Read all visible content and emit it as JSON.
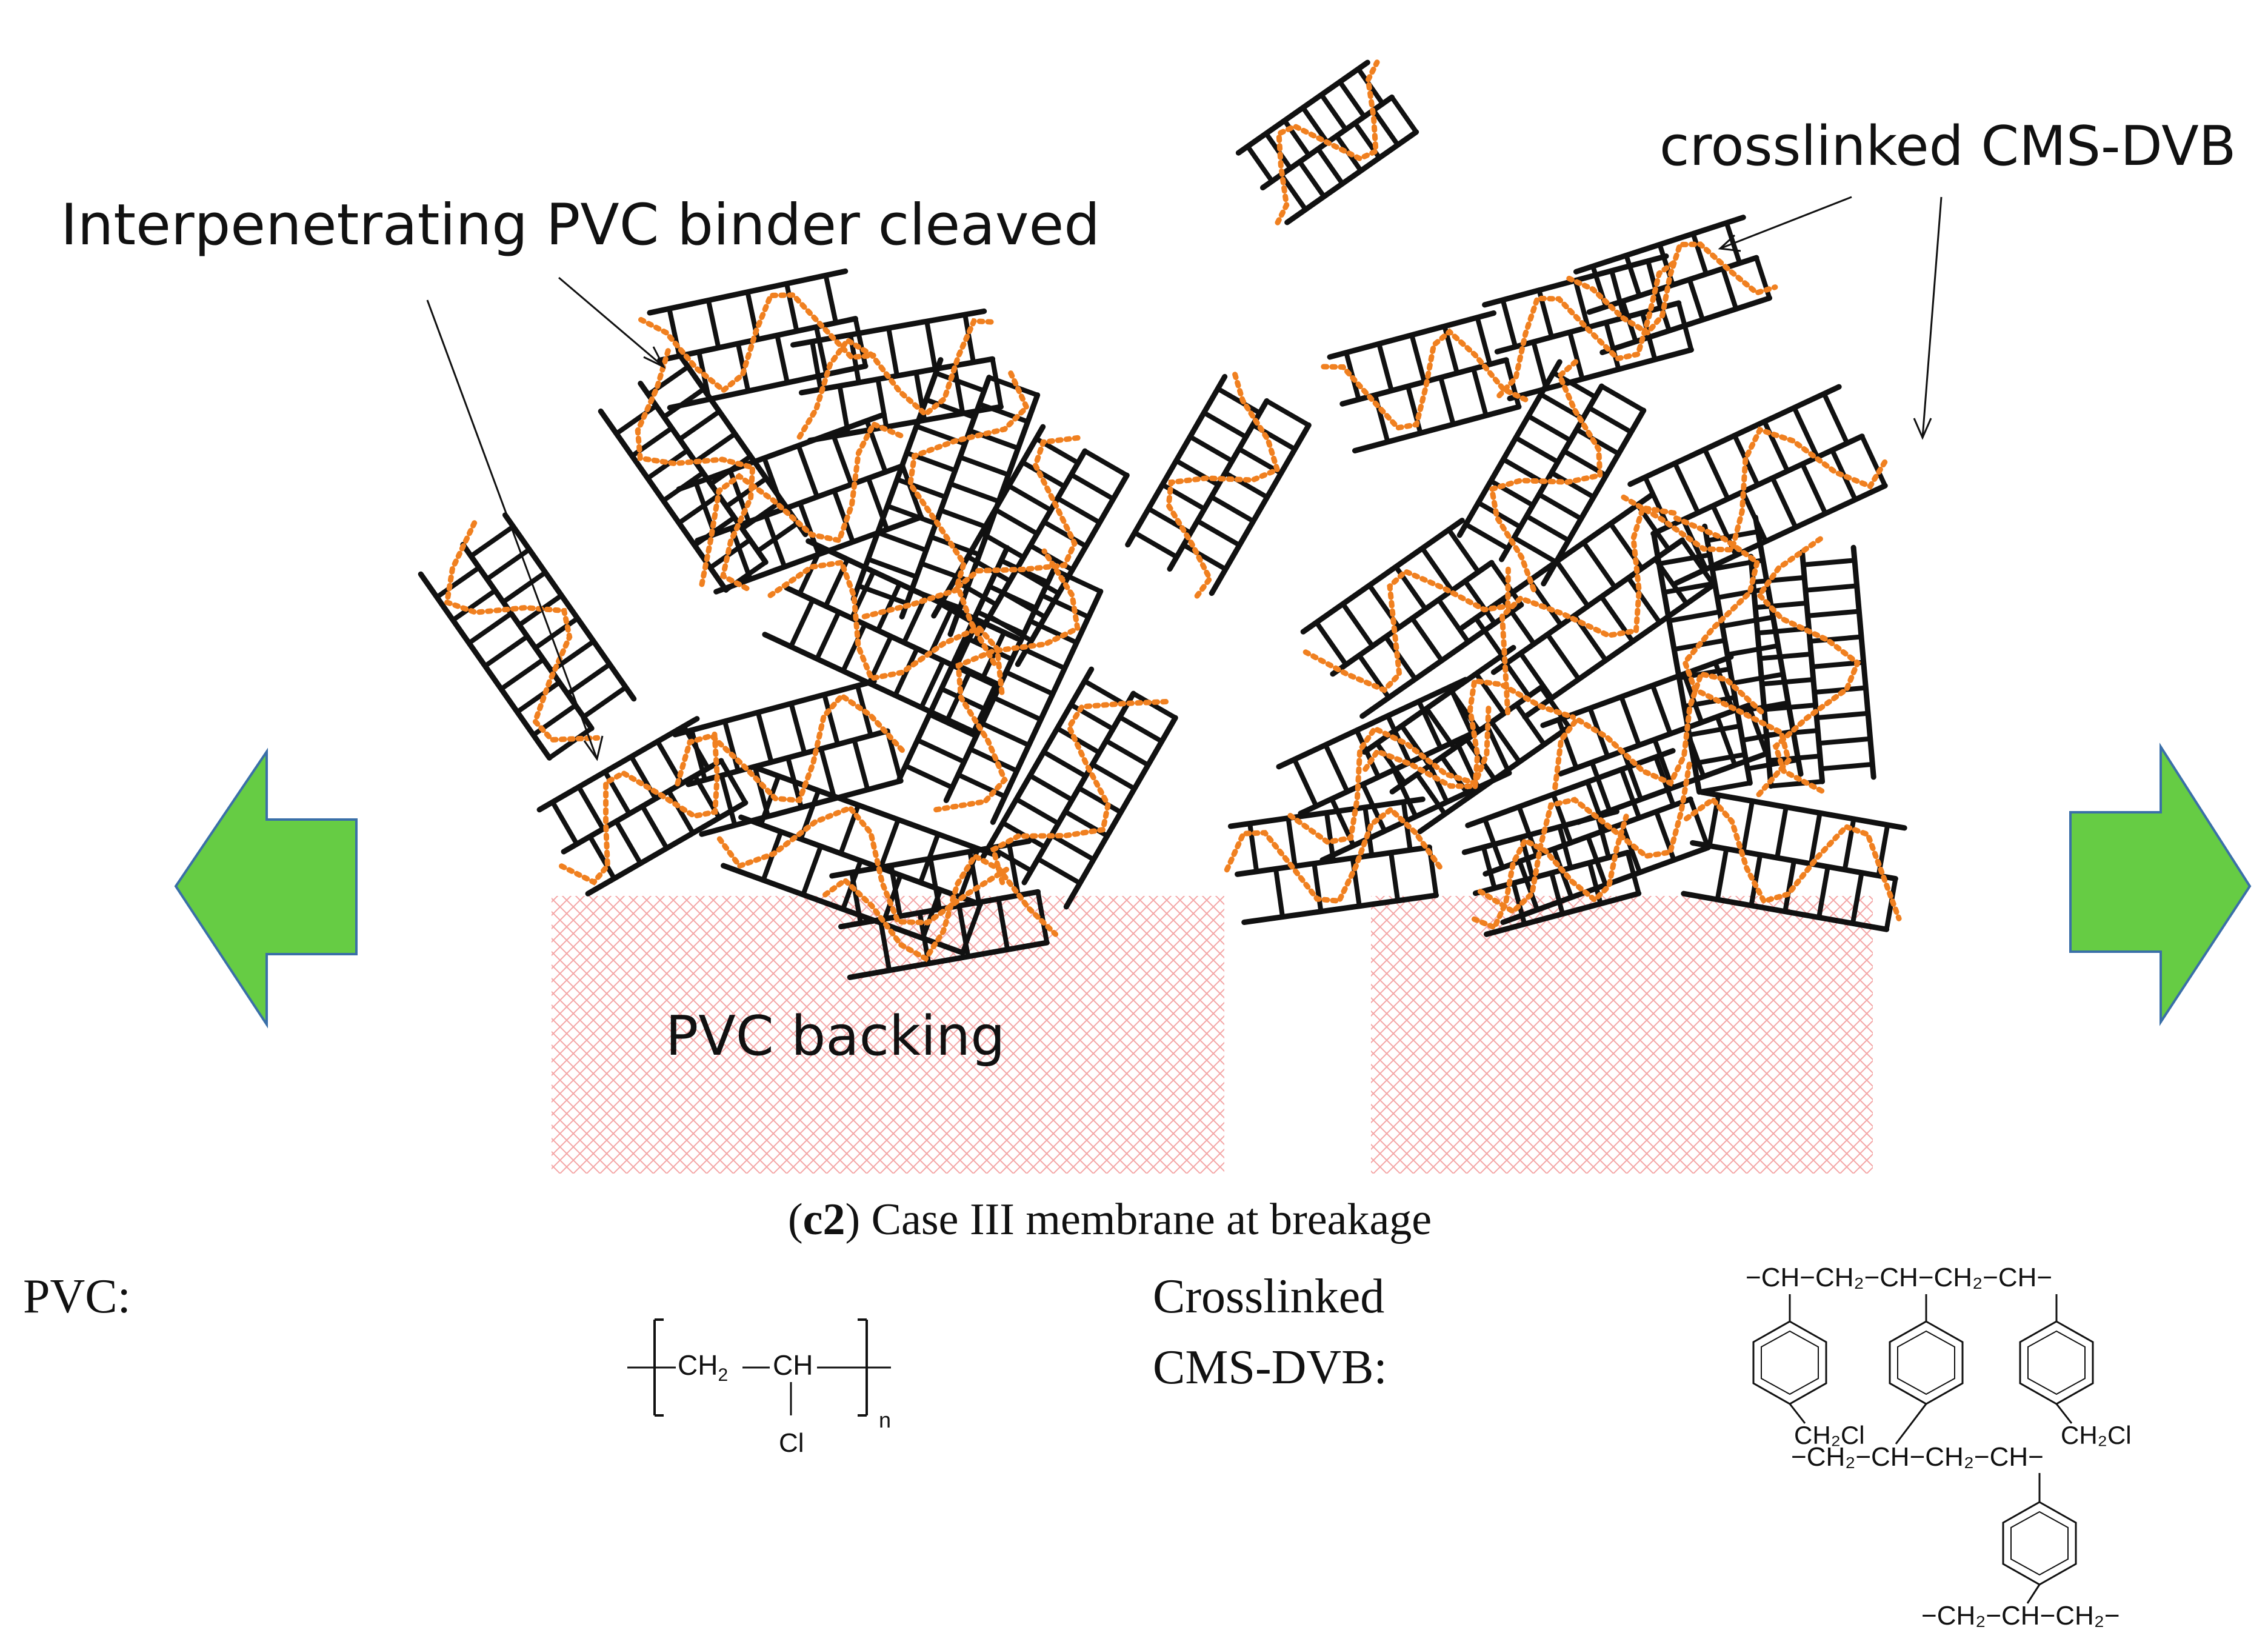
{
  "labels": {
    "binder_cleaved": "Interpenetrating PVC binder cleaved",
    "crosslinked": "crosslinked CMS-DVB",
    "backing": "PVC backing"
  },
  "caption": {
    "open": "(",
    "bold": "c2",
    "rest": ") Case III membrane at breakage"
  },
  "legend": {
    "pvc_label": "PVC:",
    "cms_label_line1": "Crosslinked",
    "cms_label_line2": "CMS-DVB:"
  },
  "pvc_formula": {
    "ch2": "CH",
    "ch2_sub": "2",
    "dash": "−",
    "ch": "CH",
    "cl": "Cl",
    "n": "n"
  },
  "cms_formula": {
    "row1": "−CH−CH₂−CH−CH₂−CH−",
    "ch2cl_left": "CH₂Cl",
    "ch2cl_right": "CH₂Cl",
    "row2": "−CH₂−CH−CH₂−CH−",
    "row3": "−CH₂−CH−CH₂−"
  },
  "colors": {
    "chain": "#111111",
    "binder": "#F08020",
    "arrow_fill": "#66CC44",
    "arrow_stroke": "#3A6FA8",
    "backing": "#F4A6A6"
  },
  "icons": {
    "left_arrow": "arrow-left-icon",
    "right_arrow": "arrow-right-icon"
  }
}
